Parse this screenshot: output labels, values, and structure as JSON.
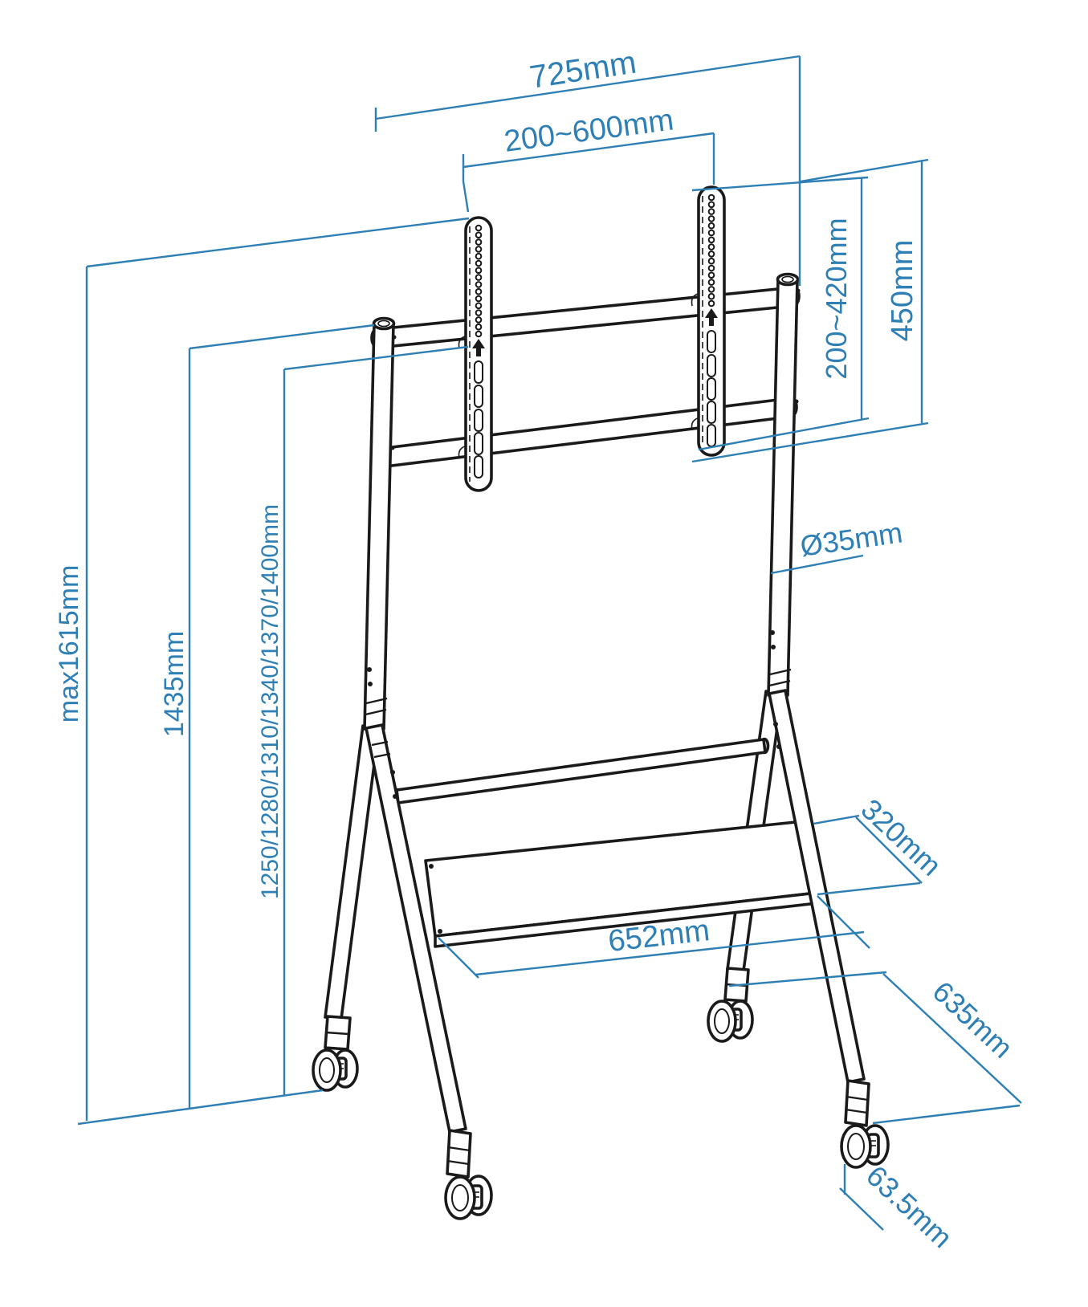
{
  "dimensions": {
    "top_width": "725mm",
    "vesa_width_range": "200~600mm",
    "vesa_height_range": "200~420mm",
    "bracket_column_height": "450mm",
    "max_height": "max1615mm",
    "frame_height": "1435mm",
    "height_positions": "1250/1280/1310/1340/1370/1400mm",
    "pole_diameter": "Ø35mm",
    "shelf_depth": "320mm",
    "shelf_width": "652mm",
    "base_depth": "635mm",
    "caster_height": "63.5mm"
  },
  "colors": {
    "dimension_blue": "#2E7FB5",
    "outline_black": "#1A1A1A",
    "background": "#FFFFFF"
  },
  "icons": {
    "vesa_up_arrow": "▲"
  }
}
